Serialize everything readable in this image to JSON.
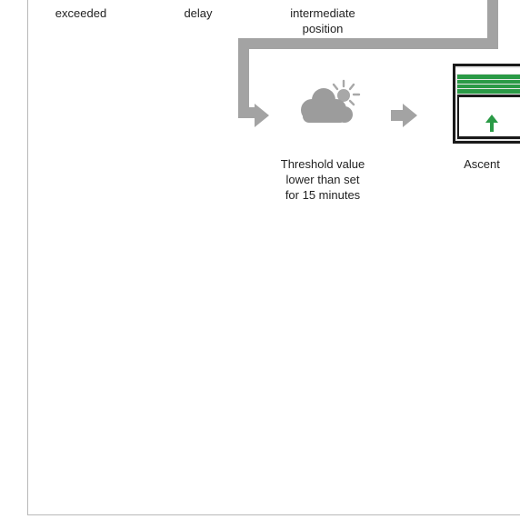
{
  "labels": {
    "exceeded": "exceeded",
    "delay": "delay",
    "intermediate_line1": "intermediate",
    "intermediate_line2": "position",
    "threshold_line1": "Threshold value",
    "threshold_line2": "lower than set",
    "threshold_line3": "for 15 minutes",
    "ascent": "Ascent"
  },
  "icons": {
    "weather": "cloud-sun-icon",
    "arrow": "arrow-right-icon",
    "shutter": "roller-shutter-icon",
    "up_arrow": "arrow-up-icon"
  },
  "colors": {
    "connector_gray": "#a3a3a3",
    "cloud_gray": "#9c9c9c",
    "sun_gray": "#a8a8a8",
    "shutter_green": "#2a9a46",
    "shutter_dark": "#1a1a1a",
    "frame_border": "#b9b9b9"
  }
}
